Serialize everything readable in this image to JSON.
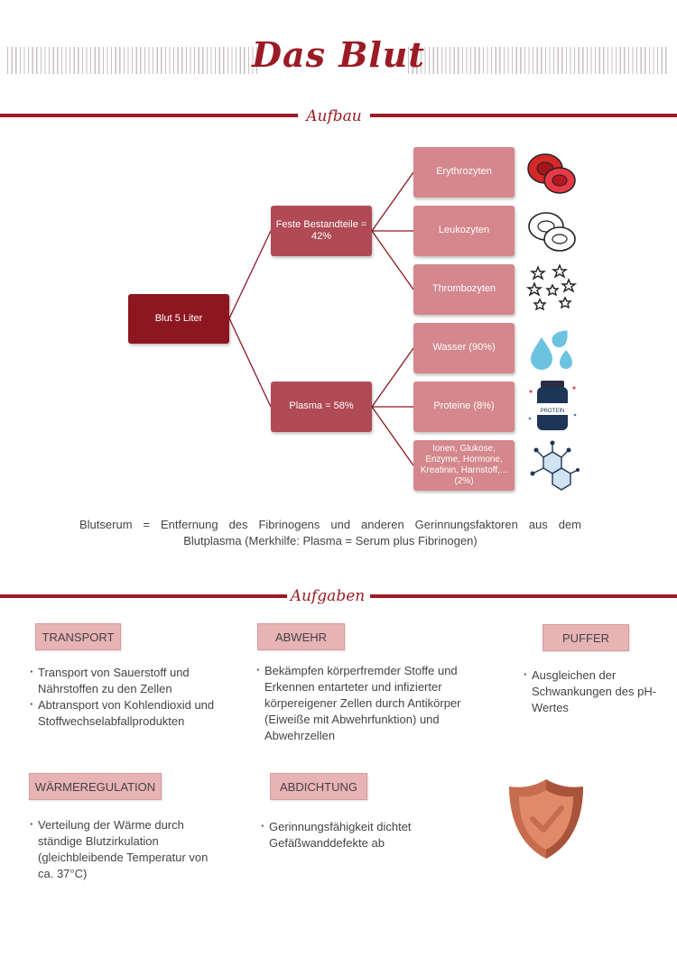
{
  "title": "Das Blut",
  "sections": {
    "aufbau": "Aufbau",
    "aufgaben": "Aufgaben"
  },
  "diagram": {
    "root": "Blut 5 Liter",
    "solids": "Feste Bestandteile = 42%",
    "plasma": "Plasma = 58%",
    "leaves": {
      "erythrozyten": "Erythrozyten",
      "leukozyten": "Leukozyten",
      "thrombozyten": "Thrombozyten",
      "wasser": "Wasser (90%)",
      "proteine": "Proteine (8%)",
      "ionen": "Ionen, Glukose, Enzyme, Hormone, Kreatinin, Harnstoff,... (2%)"
    },
    "protein_label": "PROTEIN"
  },
  "serum_note": {
    "line1": "Blutserum = Entfernung des Fibrinogens und anderen Gerinnungsfaktoren aus dem",
    "line2": "Blutplasma (Merkhilfe: Plasma = Serum plus Fibrinogen)"
  },
  "tasks": {
    "transport": {
      "title": "TRANSPORT",
      "items": [
        "Transport von Sauerstoff und Nährstoffen zu den Zellen",
        "Abtransport von Kohlendioxid und Stoffwechselabfallprodukten"
      ]
    },
    "abwehr": {
      "title": "ABWEHR",
      "items": [
        "Bekämpfen körperfremder Stoffe und Erkennen entarteter und infizierter körpereigener Zellen durch Antikörper (Eiweiße mit Abwehrfunktion) und Abwehrzellen"
      ]
    },
    "puffer": {
      "title": "PUFFER",
      "items": [
        "Ausgleichen der Schwankungen des pH-Wertes"
      ]
    },
    "waerme": {
      "title": "WÄRMEREGULATION",
      "items": [
        "Verteilung der Wärme durch ständige Blutzirkulation (gleichbleibende Temperatur von ca. 37°C)"
      ]
    },
    "abdichtung": {
      "title": "ABDICHTUNG",
      "items": [
        "Gerinnungsfähigkeit dichtet Gefäßwanddefekte ab"
      ]
    }
  },
  "colors": {
    "accent": "#9b1b25",
    "root_box": "#8d1720",
    "mid_box": "#b04a54",
    "leaf_box": "#d4878c",
    "task_header": "#e8b3b5"
  }
}
